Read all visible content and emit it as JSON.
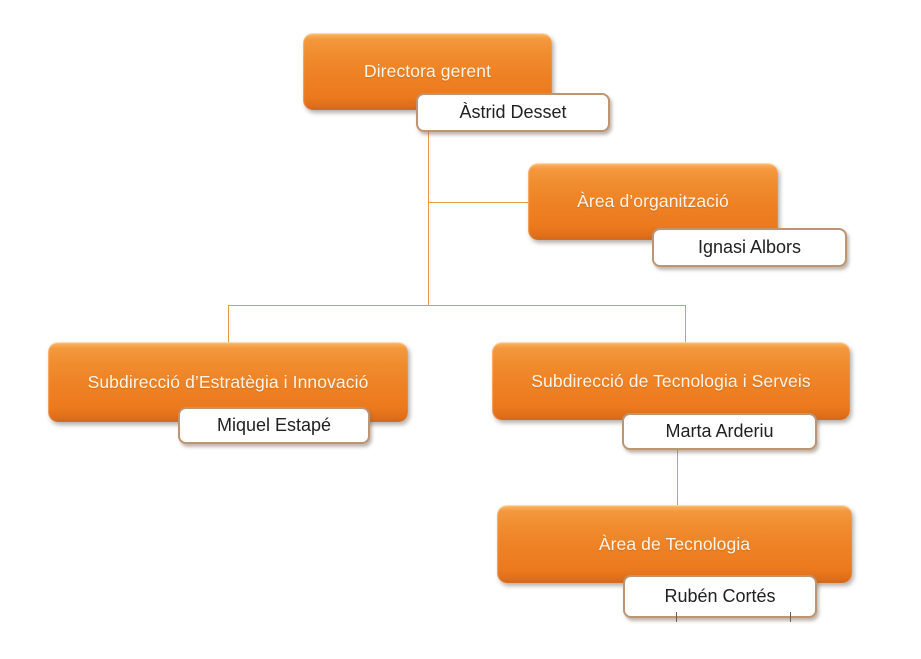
{
  "chart_type": "org-chart",
  "colors": {
    "node_fill": "#EE8124",
    "node_fill_highlight": "#FBBA67",
    "node_fill_shadow": "#CE661D",
    "node_text": "#FDF4EA",
    "person_label_background": "#FFFFFF",
    "person_label_border": "#BD9572",
    "person_label_text": "#212121",
    "connector": "#E09A48",
    "background": "#FFFFFF"
  },
  "nodes": [
    {
      "id": "directora-gerent",
      "title": "Directora gerent",
      "person": "Àstrid Desset",
      "reports_to": null
    },
    {
      "id": "area-organitzacio",
      "title": "Àrea d’organització",
      "person": "Ignasi Albors",
      "reports_to": "directora-gerent"
    },
    {
      "id": "subdireccio-estrategia-innovacio",
      "title": "Subdirecció d’Estratègia i Innovació",
      "person": "Miquel Estapé",
      "reports_to": "directora-gerent"
    },
    {
      "id": "subdireccio-tecnologia-serveis",
      "title": "Subdirecció de Tecnologia i Serveis",
      "person": "Marta Arderiu",
      "reports_to": "directora-gerent"
    },
    {
      "id": "area-tecnologia",
      "title": "Àrea de Tecnologia",
      "person": "Rubén Cortés",
      "reports_to": "subdireccio-tecnologia-serveis"
    }
  ]
}
